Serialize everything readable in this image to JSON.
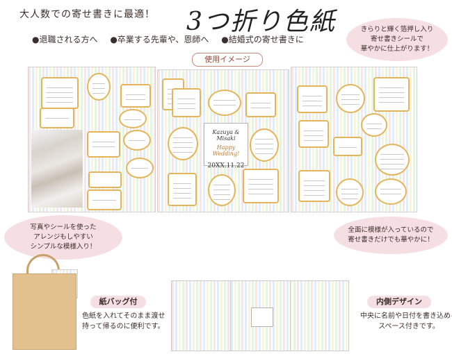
{
  "header": {
    "headline": "大人数での寄せ書きに最適！",
    "title": "3つ折り色紙"
  },
  "bullets": [
    "●退職される方へ",
    "●卒業する先輩や、恩師へ",
    "●結婚式の寄せ書きに"
  ],
  "bubbles": {
    "foil_line1": "きらりと輝く箔押し入り",
    "foil_line2": "寄せ書きシールで",
    "foil_line3": "華やかに仕上がります！",
    "photo_line1": "写真やシールを使った",
    "photo_line2": "アレンジもしやすい",
    "photo_line3": "シンプルな模様入り！",
    "pattern_line1": "全面に模様が入っているので",
    "pattern_line2": "寄せ書きだけでも華やかに！"
  },
  "usage_label": "使用イメージ",
  "center_card": {
    "names": "Kazuya & Misaki",
    "message": "Happy Wedding!",
    "date": "20XX.11.22"
  },
  "paper_bag": {
    "label": "紙バッグ付",
    "caption_line1": "色紙を入れてそのまま渡せ",
    "caption_line2": "持って帰るのに便利です。"
  },
  "inner_design": {
    "label": "内側デザイン",
    "caption_line1": "中央に名前や日付を書き込める",
    "caption_line2": "スペース付きです。"
  },
  "colors": {
    "accent_pink": "#f6dfe2",
    "gold_frame": "#e4b45a",
    "bag_kraft": "#e2c18e"
  }
}
